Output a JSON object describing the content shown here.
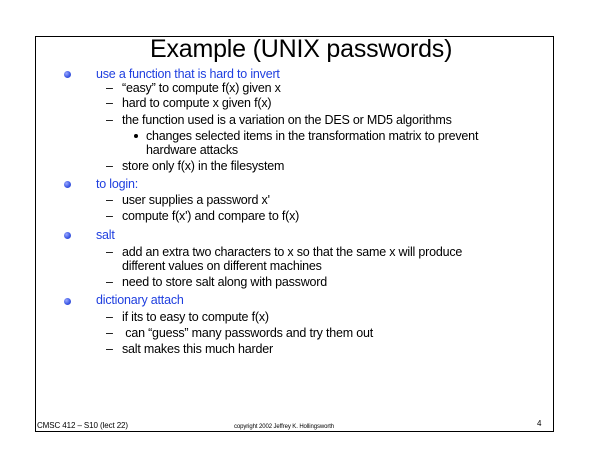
{
  "slide": {
    "title": "Example (UNIX passwords)",
    "items": [
      {
        "text": "use a function that is hard to invert",
        "subitems": [
          "“easy” to compute f(x) given x",
          "hard to compute x given f(x)",
          "the function used is a variation on the DES or MD5 algorithms",
          "store only f(x) in the filesystem"
        ],
        "nested": [
          "changes selected items in the transformation matrix to prevent",
          "hardware attacks"
        ]
      },
      {
        "text": "to login:",
        "subitems": [
          "user supplies a password x'",
          "compute f(x') and compare to f(x)"
        ]
      },
      {
        "text": "salt",
        "subitems": [
          "add an extra two characters to x so that the same x will produce",
          "different values on different machines",
          "need to store salt along with password"
        ]
      },
      {
        "text": "dictionary attach",
        "subitems": [
          "if its to easy to compute f(x)",
          " can “guess” many passwords and try them out",
          "salt makes this much harder"
        ]
      }
    ]
  },
  "footer": {
    "left": "CMSC 412 – S10 (lect 22)",
    "center": "copyright  2002 Jeffrey K. Hollingsworth",
    "page_number": "4"
  },
  "colors": {
    "level1_text": "#1f3fdf",
    "bullet": "#3f5be6"
  }
}
